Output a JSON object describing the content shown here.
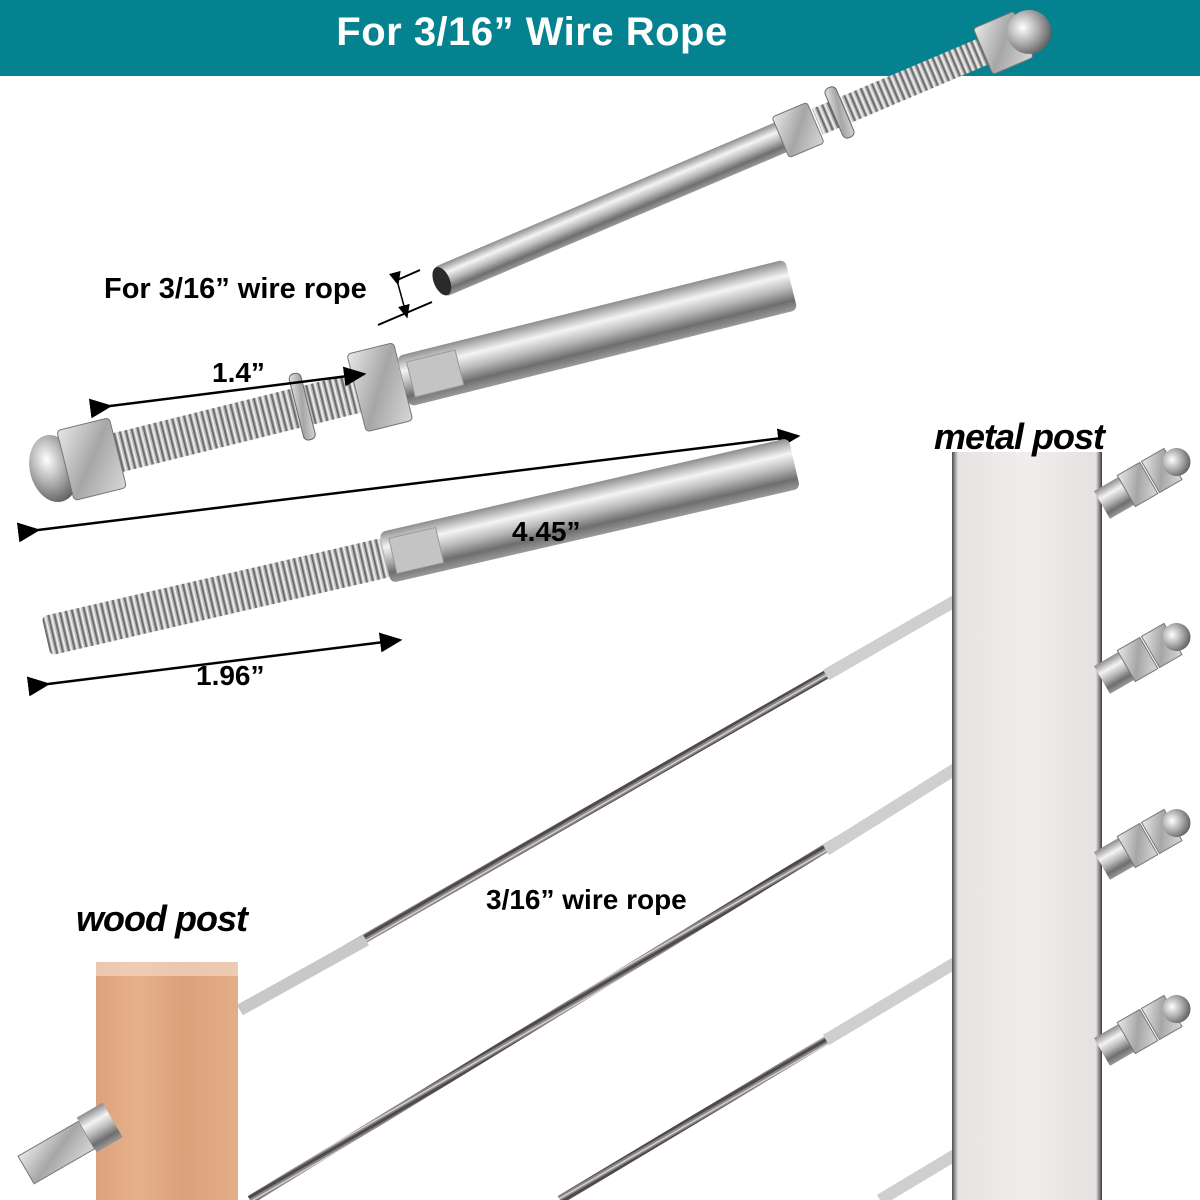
{
  "banner": {
    "title": "For 3/16” Wire Rope",
    "background": "#04828f",
    "text_color": "#ffffff"
  },
  "callouts": {
    "rope_diameter_label": "For 3/16” wire rope",
    "thread_length_label": "1.4”",
    "total_length_label": "4.45”",
    "stud_length_label": "1.96”",
    "cable_label": "3/16” wire rope"
  },
  "posts": {
    "metal_label": "metal post",
    "wood_label": "wood post",
    "metal_color": "#ede8e8",
    "wood_color": "#e0a983"
  },
  "components": [
    "threaded-terminal-with-acorn-nut-washer-hex-nut",
    "threaded-stud-terminal",
    "stainless-wire-rope-cables",
    "metal-post-with-terminals",
    "wood-post-with-terminal"
  ]
}
